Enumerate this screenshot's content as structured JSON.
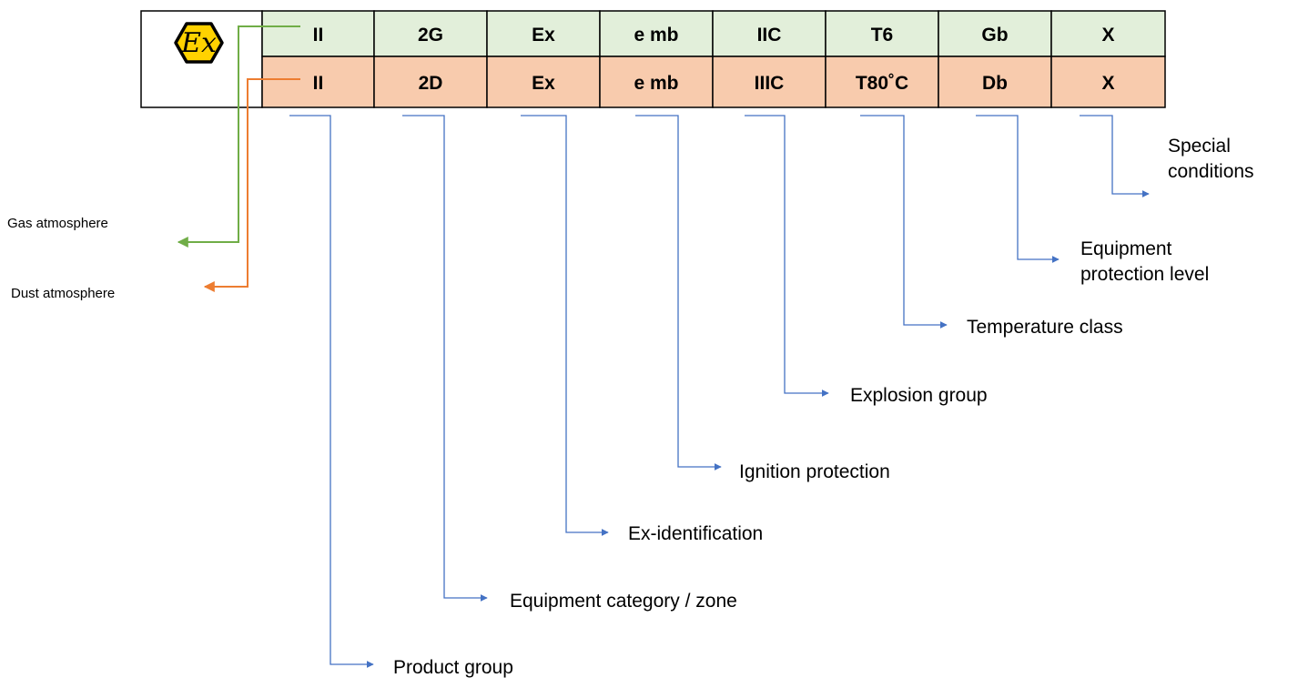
{
  "marking": {
    "logo_text": "Ex",
    "gas_row": [
      "II",
      "2G",
      "Ex",
      "e mb",
      "IIC",
      "T6",
      "Gb",
      "X"
    ],
    "dust_row": [
      "II",
      "2D",
      "Ex",
      "e mb",
      "IIIC",
      "T80˚C",
      "Db",
      "X"
    ]
  },
  "atmospheres": {
    "gas": "Gas atmosphere",
    "dust": "Dust atmosphere"
  },
  "labels": [
    "Product group",
    "Equipment category / zone",
    "Ex-identification",
    "Ignition protection",
    "Explosion group",
    "Temperature class",
    [
      "Equipment",
      "protection level"
    ],
    [
      "Special",
      "conditions"
    ]
  ],
  "colors": {
    "gas_row": "#e2efda",
    "dust_row": "#f8cbad",
    "gas_line": "#70ad47",
    "dust_line": "#ed7d31",
    "pointer_line": "#4472c4",
    "logo_fill": "#ffd200"
  },
  "icons": {
    "logo": "ex-hexagon-icon",
    "pointer": "arrow-right-icon",
    "atmosphere_pointer": "arrow-left-icon"
  }
}
